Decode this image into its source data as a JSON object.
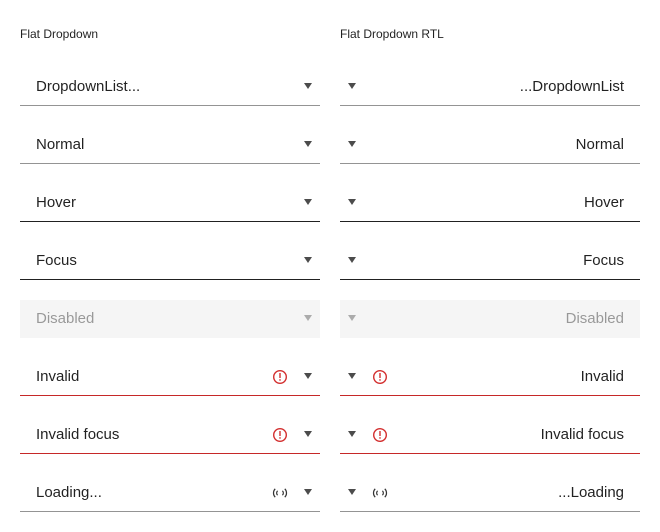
{
  "colors": {
    "error": "#d32f2f",
    "text": "#212121",
    "disabled_bg": "#f5f5f5"
  },
  "left": {
    "title": "Flat Dropdown",
    "rows": [
      {
        "label": "DropdownList...",
        "state": "default"
      },
      {
        "label": "Normal",
        "state": "normal"
      },
      {
        "label": "Hover",
        "state": "hover"
      },
      {
        "label": "Focus",
        "state": "focus"
      },
      {
        "label": "Disabled",
        "state": "disabled"
      },
      {
        "label": "Invalid",
        "state": "invalid",
        "icon": "error-circle-icon"
      },
      {
        "label": "Invalid focus",
        "state": "invalid-focus",
        "icon": "error-circle-icon"
      },
      {
        "label": "Loading...",
        "state": "loading",
        "icon": "loading-spinner-icon"
      }
    ]
  },
  "right": {
    "title": "Flat Dropdown RTL",
    "rows": [
      {
        "label": "...DropdownList",
        "state": "default"
      },
      {
        "label": "Normal",
        "state": "normal"
      },
      {
        "label": "Hover",
        "state": "hover"
      },
      {
        "label": "Focus",
        "state": "focus"
      },
      {
        "label": "Disabled",
        "state": "disabled"
      },
      {
        "label": "Invalid",
        "state": "invalid",
        "icon": "error-circle-icon"
      },
      {
        "label": "Invalid focus",
        "state": "invalid-focus",
        "icon": "error-circle-icon"
      },
      {
        "label": "...Loading",
        "state": "loading",
        "icon": "loading-spinner-icon"
      }
    ]
  }
}
